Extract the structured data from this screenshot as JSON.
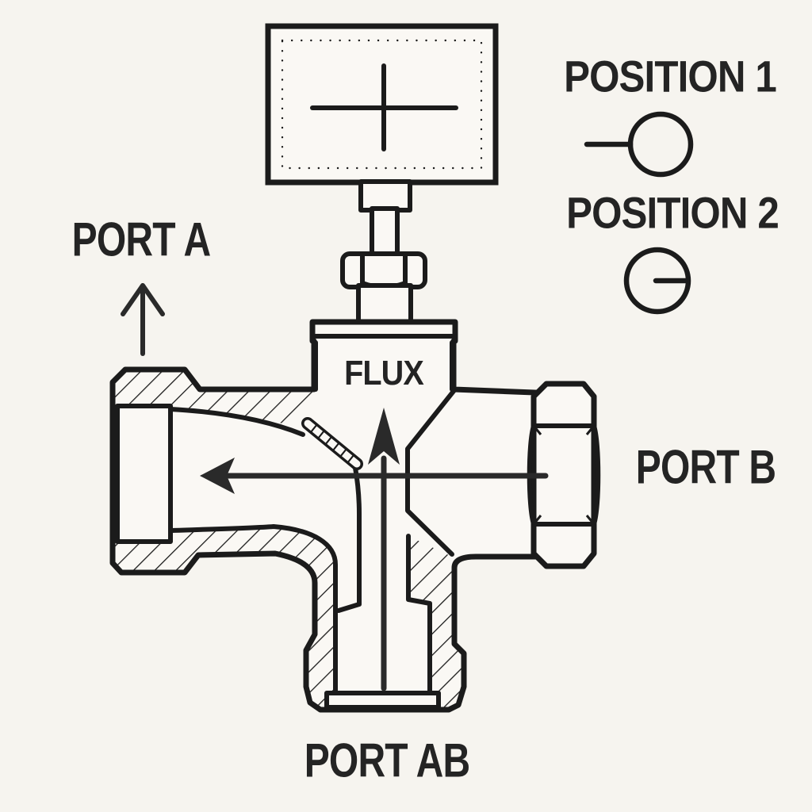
{
  "diagram_type": "three-way-valve-cross-section",
  "colors": {
    "background": "#f6f4ef",
    "line": "#1b1b1b",
    "text": "#242424",
    "metal_fill": "#faf8f4"
  },
  "labels": {
    "port_a": "PORT A",
    "port_b": "PORT B",
    "port_ab": "PORT AB",
    "flux": "FLUX",
    "position_1": "POSITION 1",
    "position_2": "POSITION 2"
  },
  "icons": {
    "position_1_symbol": "circle-with-external-left-stem",
    "position_2_symbol": "circle-with-internal-right-radius",
    "actuator_symbol": "cross-crosshair",
    "flow_up": "up-arrow",
    "flow_left": "left-arrow",
    "port_a_flow": "up-chevron-arrow"
  }
}
